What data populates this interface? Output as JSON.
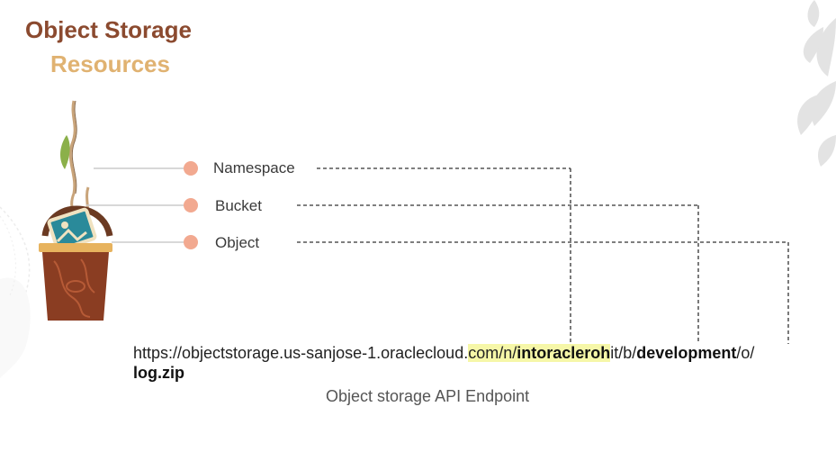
{
  "title": {
    "line1": "Object Storage",
    "line2": "Resources"
  },
  "labels": {
    "namespace": "Namespace",
    "bucket": "Bucket",
    "object": "Object"
  },
  "url": {
    "part1": "https://objectstorage.us-sanjose-1.oraclecloud.",
    "part2_highlight": "com/n/",
    "namespace_value": "intoraclero",
    "part3_highlight": "h",
    "part4": "it",
    "part5": "/b/",
    "bucket_value": "development",
    "part6": "/o/",
    "object_value": "log.zip"
  },
  "caption": "Object storage API Endpoint",
  "colors": {
    "title_primary": "#8b4a2f",
    "title_secondary": "#e0b271",
    "dot": "#f2a990",
    "highlight": "#f6f7a8"
  },
  "icons": {
    "bucket": "wooden-bucket-icon",
    "leaves": "leaf-decoration-icon"
  }
}
